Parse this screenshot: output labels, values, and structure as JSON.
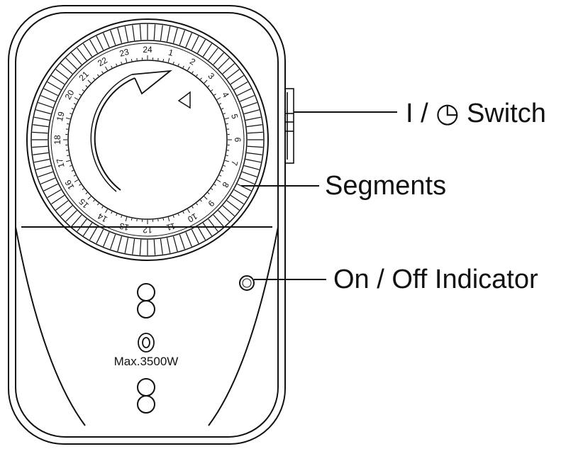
{
  "diagram": {
    "labels": {
      "switch": "I / ◷ Switch",
      "segments": "Segments",
      "indicator": "On / Off Indicator"
    },
    "device": {
      "rating": "Max.3500W",
      "dial_numbers": [
        "24",
        "1",
        "2",
        "3",
        "4",
        "5",
        "6",
        "7",
        "8",
        "9",
        "10",
        "11",
        "12",
        "13",
        "14",
        "15",
        "16",
        "17",
        "18",
        "19",
        "20",
        "21",
        "22",
        "23"
      ],
      "segment_count": 96
    },
    "colors": {
      "line": "#111111",
      "background": "#ffffff"
    }
  }
}
